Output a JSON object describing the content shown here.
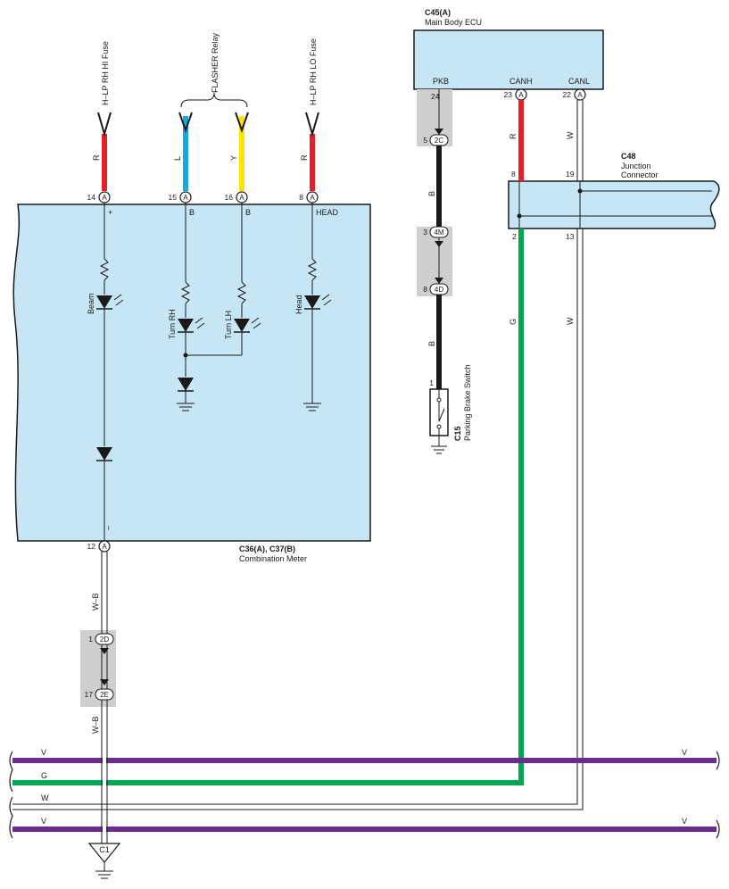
{
  "colors": {
    "box_fill": "#c6e6f6",
    "red": "#e5202a",
    "blue": "#17a8e0",
    "yellow": "#ffe400",
    "black": "#1a1a1a",
    "green": "#00a651",
    "purple": "#6a2c8f",
    "white_wire": "#ffffff",
    "splice_gray": "#cfcfcf"
  },
  "fuses": {
    "hi_fuse": "H–LP RH HI Fuse",
    "flasher_relay": "FLASHER Relay",
    "lo_fuse": "H–LP RH LO Fuse"
  },
  "combination_meter": {
    "code": "C36(A), C37(B)",
    "name": "Combination Meter",
    "pins_top": [
      {
        "num": "14",
        "conn": "A",
        "label": "+",
        "wire": "R"
      },
      {
        "num": "15",
        "conn": "A",
        "label": "B",
        "wire": "L"
      },
      {
        "num": "16",
        "conn": "A",
        "label": "B",
        "wire": "Y"
      },
      {
        "num": "8",
        "conn": "A",
        "label": "HEAD",
        "wire": "R"
      }
    ],
    "pin_bottom": {
      "num": "12",
      "conn": "A",
      "label": "–"
    },
    "indicators": {
      "beam": "Beam",
      "turn_rh": "Turn RH",
      "turn_lh": "Turn LH",
      "head": "Head"
    }
  },
  "main_body_ecu": {
    "code": "C45(A)",
    "name": "Main Body ECU",
    "pins": [
      {
        "name": "PKB",
        "num": "24",
        "conn": null
      },
      {
        "name": "CANH",
        "num": "23",
        "conn": "A"
      },
      {
        "name": "CANL",
        "num": "22",
        "conn": "A"
      }
    ]
  },
  "junction_connector": {
    "code": "C48",
    "name_line1": "Junction",
    "name_line2": "Connector",
    "pins_top": [
      "8",
      "19"
    ],
    "pins_bottom": [
      "2",
      "13"
    ]
  },
  "parking_brake": {
    "code": "C15",
    "name": "Parking Brake Switch",
    "pin": "1"
  },
  "splices": {
    "pkb_2c": {
      "num": "5",
      "label": "2C"
    },
    "pkb_4m": {
      "num": "3",
      "label": "4M"
    },
    "pkb_4d": {
      "num": "8",
      "label": "4D"
    },
    "gnd_2d": {
      "num": "1",
      "label": "2D"
    },
    "gnd_2e": {
      "num": "17",
      "label": "2E"
    }
  },
  "wire_colors": {
    "pkb_upper": "B",
    "pkb_lower": "B",
    "canh": "R",
    "canl": "W",
    "canh_lower": "G",
    "canl_lower": "W",
    "meter_ground_upper": "W–B",
    "meter_ground_lower": "W–B"
  },
  "bus_lines": {
    "v1_left": "V",
    "v1_right": "V",
    "g_left": "G",
    "w_left": "W",
    "v2_left": "V",
    "v2_right": "V"
  },
  "ground_point": "C1"
}
